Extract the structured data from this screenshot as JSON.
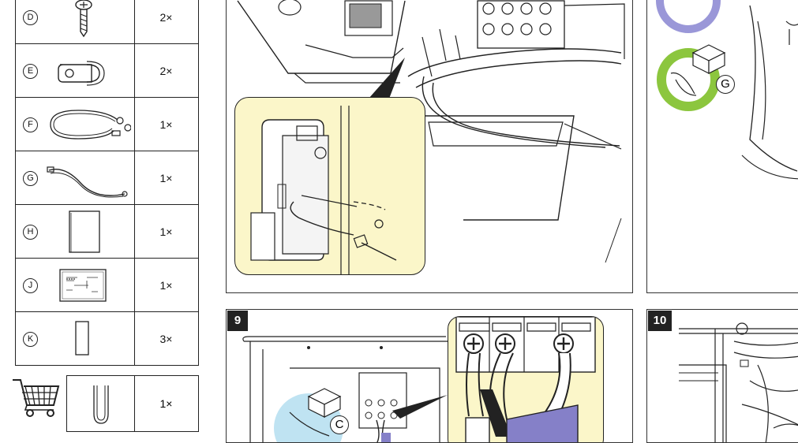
{
  "parts_list": [
    {
      "letter": "D",
      "qty": "2×",
      "icon": "screw-icon"
    },
    {
      "letter": "E",
      "qty": "2×",
      "icon": "cable-clamp-icon"
    },
    {
      "letter": "F",
      "qty": "1×",
      "icon": "grounding-wire-icon"
    },
    {
      "letter": "G",
      "qty": "1×",
      "icon": "cable-tie-icon"
    },
    {
      "letter": "H",
      "qty": "1×",
      "icon": "manual-icon"
    },
    {
      "letter": "J",
      "qty": "1×",
      "icon": "label-sheet-icon"
    },
    {
      "letter": "K",
      "qty": "3×",
      "icon": "strip-icon"
    }
  ],
  "optional_part": {
    "qty": "1×",
    "icon": "cable-loop-icon"
  },
  "steps": {
    "step9": "9",
    "step10": "10"
  },
  "callouts": {
    "g_label": "G",
    "c_label": "C"
  },
  "colors": {
    "highlight": "#fbf6c9",
    "green_ring": "#8cc63e",
    "purple_ring": "#9a97d8",
    "blue_ring": "#bfe3f2",
    "cable_purple": "#8580c8"
  }
}
